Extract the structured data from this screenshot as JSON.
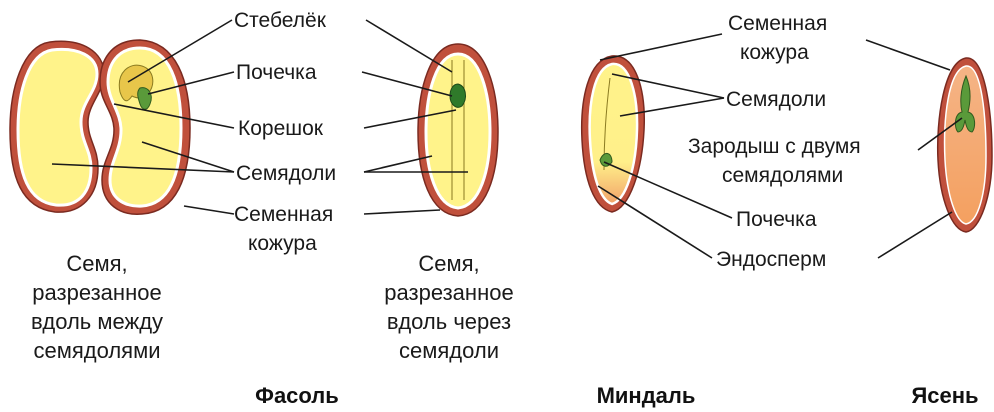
{
  "labels": {
    "stem": "Стебелёк",
    "bud": "Почечка",
    "root": "Корешок",
    "cotyledons": "Семядоли",
    "seed_coat_1": "Семенная",
    "seed_coat_2": "кожура",
    "almond_seed_coat_1": "Семенная",
    "almond_seed_coat_2": "кожура",
    "almond_cotyledons": "Семядоли",
    "embryo_1": "Зародыш с двумя",
    "embryo_2": "семядолями",
    "almond_bud": "Почечка",
    "endosperm": "Эндосперм"
  },
  "captions": {
    "left": [
      "Семя,",
      "разрезанное",
      "вдоль между",
      "семядолями"
    ],
    "right": [
      "Семя,",
      "разрезанное",
      "вдоль через",
      "семядоли"
    ]
  },
  "titles": {
    "bean": "Фасоль",
    "almond": "Миндаль",
    "ash": "Ясень"
  },
  "colors": {
    "coat": "#c0503c",
    "cotyledon": "#fff38a",
    "embryo": "#5a9a3a",
    "endosperm": "#f2a36a",
    "ash_inner": "#f7c08e"
  }
}
